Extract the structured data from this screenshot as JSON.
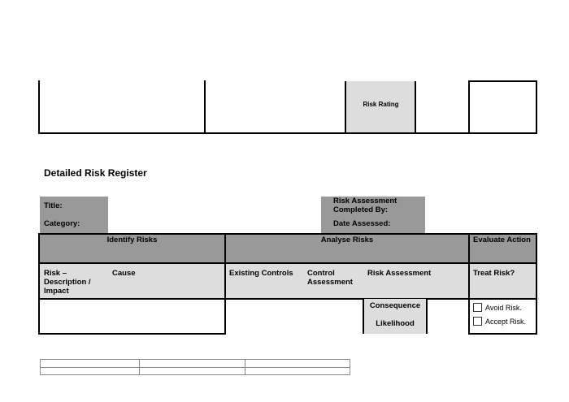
{
  "top_table": {
    "risk_rating_label": "Risk Rating"
  },
  "register": {
    "heading": "Detailed Risk Register",
    "title_label": "Title:",
    "category_label": "Category:",
    "completed_by_label": "Risk Assessment Completed By:",
    "date_assessed_label": "Date Assessed:",
    "sections": {
      "identify": "Identify Risks",
      "analyse": "Analyse Risks",
      "evaluate": "Evaluate Action"
    },
    "columns": {
      "risk_description": "Risk – Description / Impact",
      "cause": "Cause",
      "existing_controls": "Existing Controls",
      "control_assessment": "Control Assessment",
      "risk_assessment": "Risk Assessment",
      "treat_risk": "Treat Risk?"
    },
    "consequence_label": "Consequence",
    "likelihood_label": "Likelihood",
    "options": [
      {
        "label": "Avoid Risk.",
        "checked": false
      },
      {
        "label": "Accept Risk.",
        "checked": false
      }
    ]
  }
}
